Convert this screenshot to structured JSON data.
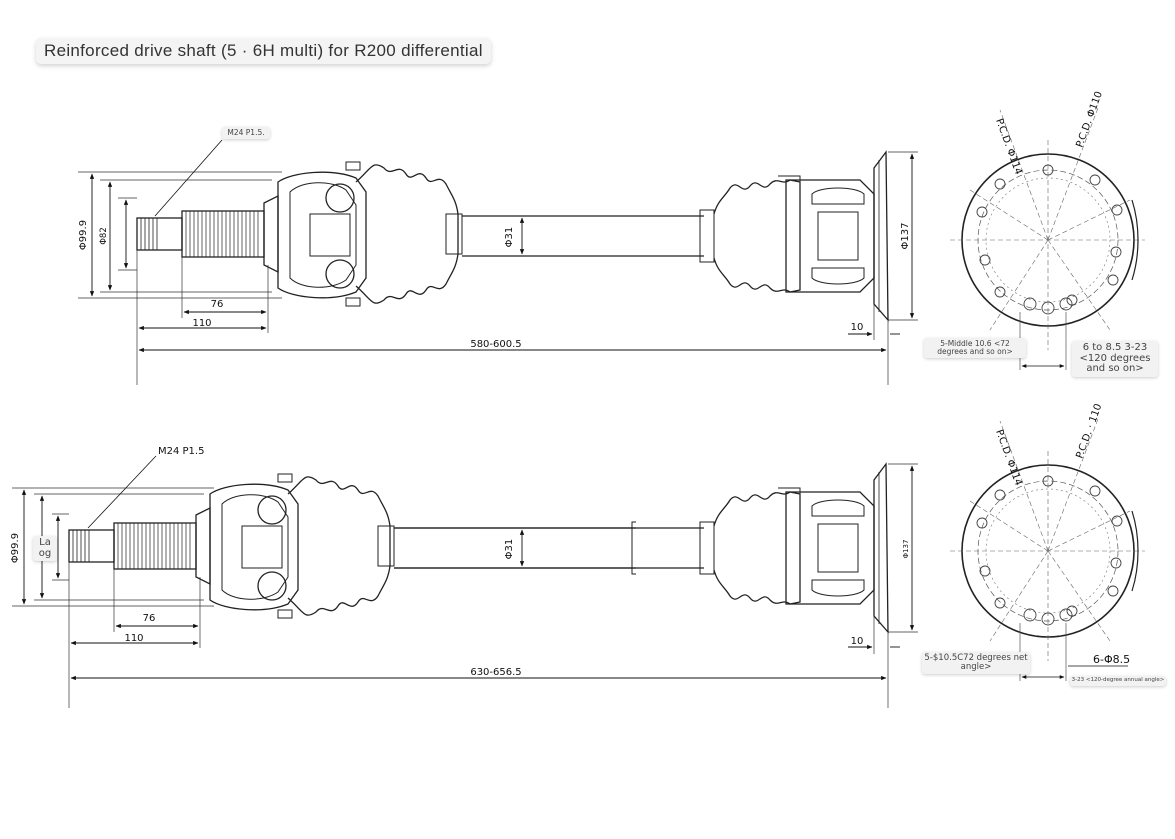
{
  "title": "Reinforced drive shaft (5 · 6H multi) for R200 differential",
  "top": {
    "thread": "M24 P1.5.",
    "dia_outer": "Φ99.9",
    "dia_inner": "Φ82",
    "len_76": "76",
    "len_110": "110",
    "shaft_dia": "Φ31",
    "flange_dia": "Φ137",
    "flange_thk": "10",
    "total_len": "580-600.5",
    "pcd_114": "P.C.D. Φ114",
    "pcd_110": "P.C.D. Φ110",
    "note_5h": "5-Middle 10.6 <72 degrees and so on>",
    "note_6h": "6 to 8.5 3-23 <120 degrees and so on>"
  },
  "bottom": {
    "thread": "M24 P1.5",
    "dia_outer": "Φ99.9",
    "dia_inner": "La og",
    "len_76": "76",
    "len_110": "110",
    "shaft_dia": "Φ31",
    "flange_dia": "Φ137",
    "flange_thk": "10",
    "total_len": "630-656.5",
    "pcd_114": "P.C.D. Φ114",
    "pcd_110": "P.C.D. · 110",
    "note_5h": "5-$10.5C72 degrees net angle>",
    "note_6h": "6-Φ8.5",
    "note_small": "3-23 <120-degree annual angle>"
  }
}
